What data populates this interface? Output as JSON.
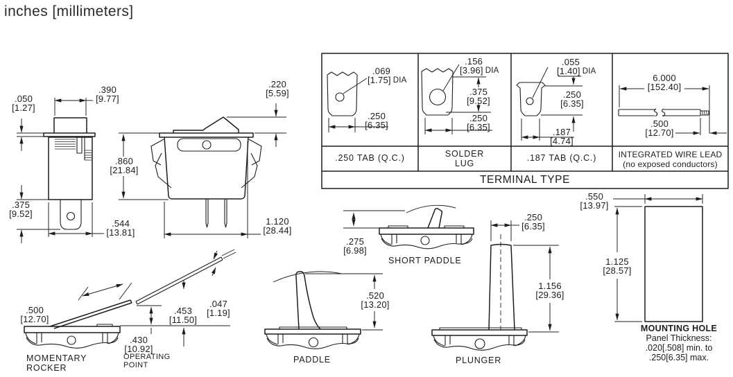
{
  "title": "inches [millimeters]",
  "colors": {
    "ink": "#1c1c1c",
    "background": "#ffffff"
  },
  "front_view": {
    "bezel_height": {
      "in": ".050",
      "mm": "[1.27]"
    },
    "button_width": {
      "in": ".390",
      "mm": "[9.77]"
    },
    "body_height": {
      "in": ".860",
      "mm": "[21.84]"
    },
    "terminal_length": {
      "in": ".375",
      "mm": "[9.52]"
    },
    "body_width": {
      "in": ".544",
      "mm": "[13.81]"
    }
  },
  "side_view": {
    "rocker_height": {
      "in": ".220",
      "mm": "[5.59]"
    },
    "body_width": {
      "in": "1.120",
      "mm": "[28.44]"
    }
  },
  "terminal_table": {
    "title": "TERMINAL TYPE",
    "columns": [
      {
        "label": ".250 TAB (Q.C.)",
        "hole_dia": {
          "in": ".069",
          "mm": "[1.75]",
          "suffix": "DIA"
        },
        "tab_width": {
          "in": ".250",
          "mm": "[6.35]"
        }
      },
      {
        "label_line1": "SOLDER",
        "label_line2": "LUG",
        "hole_dia": {
          "in": ".156",
          "mm": "[3.96]",
          "suffix": "DIA"
        },
        "lug_length": {
          "in": ".375",
          "mm": "[9.52]"
        },
        "lug_width": {
          "in": ".250",
          "mm": "[6.35]"
        }
      },
      {
        "label": ".187 TAB (Q.C.)",
        "hole_dia": {
          "in": ".055",
          "mm": "[1.40]",
          "suffix": "DIA"
        },
        "tab_length": {
          "in": ".250",
          "mm": "[6.35]"
        },
        "tab_width": {
          "in": ".187",
          "mm": "[4.74]"
        }
      },
      {
        "label_line1": "INTEGRATED WIRE LEAD",
        "label_line2": "(no exposed conductors)",
        "lead_length": {
          "in": "6.000",
          "mm": "[152.40]"
        },
        "tip_length": {
          "in": ".500",
          "mm": "[12.70]"
        }
      }
    ]
  },
  "momentary_rocker": {
    "label_line1": "MOMENTARY",
    "label_line2": "ROCKER",
    "lever_length": {
      "in": ".500",
      "mm": "[12.70]"
    },
    "tip_height": {
      "in": ".453",
      "mm": "[11.50]"
    },
    "lever_thickness": {
      "in": ".047",
      "mm": "[1.19]"
    },
    "operating_height": {
      "in": ".430",
      "mm": "[10.92]"
    },
    "note_line1": "OPERATING",
    "note_line2": "POINT"
  },
  "short_paddle": {
    "label": "SHORT PADDLE",
    "height": {
      "in": ".275",
      "mm": "[6.98]"
    }
  },
  "paddle": {
    "label": "PADDLE",
    "height": {
      "in": ".520",
      "mm": "[13.20]"
    }
  },
  "plunger": {
    "label": "PLUNGER",
    "width": {
      "in": ".250",
      "mm": "[6.35]"
    },
    "height": {
      "in": "1.156",
      "mm": "[29.36]"
    }
  },
  "mounting_hole": {
    "label": "MOUNTING HOLE",
    "width": {
      "in": ".550",
      "mm": "[13.97]"
    },
    "height": {
      "in": "1.125",
      "mm": "[28.57]"
    },
    "note_line1": "Panel Thickness:",
    "note_line2": ".020[.508] min. to",
    "note_line3": ".250[6.35] max."
  }
}
